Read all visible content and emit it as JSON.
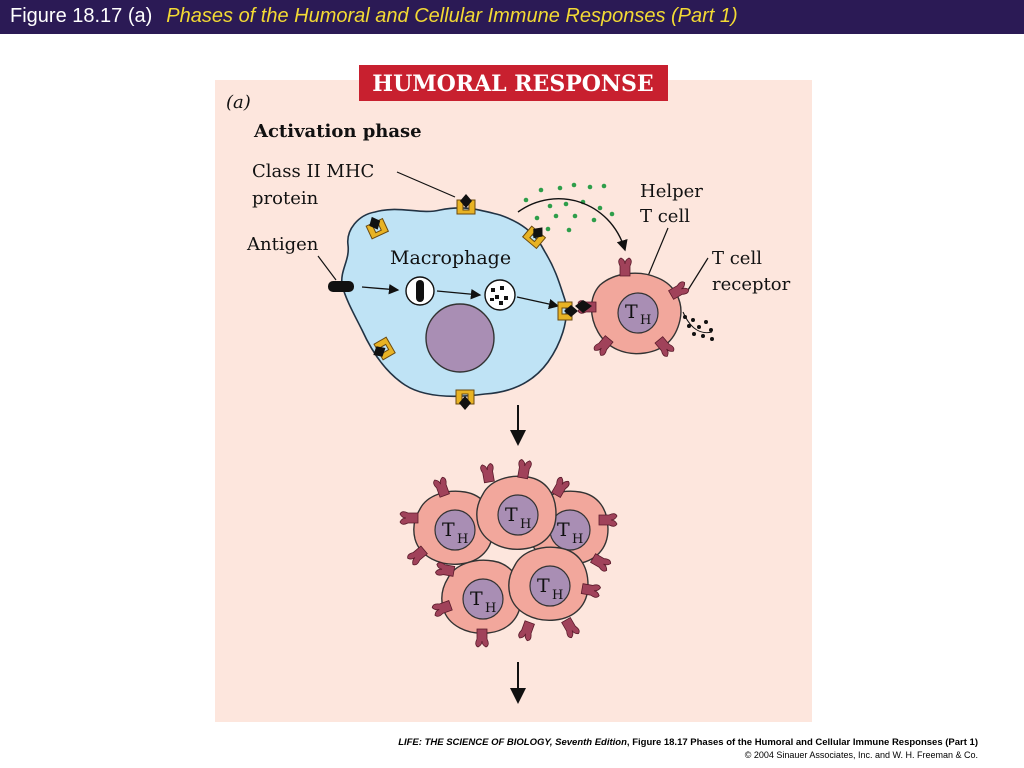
{
  "header": {
    "figure_number": "Figure 18.17 (a)",
    "title": "Phases of the Humoral and Cellular Immune Responses (Part 1)"
  },
  "diagram": {
    "banner": "HUMORAL RESPONSE",
    "panel_label": "(a)",
    "phase_label": "Activation phase",
    "labels": {
      "class_ii_mhc_line1": "Class II MHC",
      "class_ii_mhc_line2": "protein",
      "antigen": "Antigen",
      "macrophage": "Macrophage",
      "helper_t_line1": "Helper",
      "helper_t_line2": "T cell",
      "t_receptor_line1": "T cell",
      "t_receptor_line2": "receptor",
      "cell_letter": "T",
      "cell_subscript": "H"
    },
    "colors": {
      "header_bg": "#2b1a55",
      "header_title": "#f3da34",
      "banner_bg": "#c8202f",
      "panel_bg": "#fde6dd",
      "macrophage": "#bfe3f5",
      "nucleus": "#a98eb4",
      "t_cell": "#f2a79c",
      "receptor": "#c8202f",
      "mhc": "#e8b324",
      "cytokine": "#2e9e4a"
    }
  },
  "footer": {
    "book": "LIFE: THE SCIENCE OF BIOLOGY, Seventh Edition",
    "figure_ref": ", Figure 18.17 Phases of the Humoral and Cellular Immune Responses (Part 1)",
    "copyright": "© 2004 Sinauer Associates, Inc. and W. H. Freeman & Co."
  }
}
